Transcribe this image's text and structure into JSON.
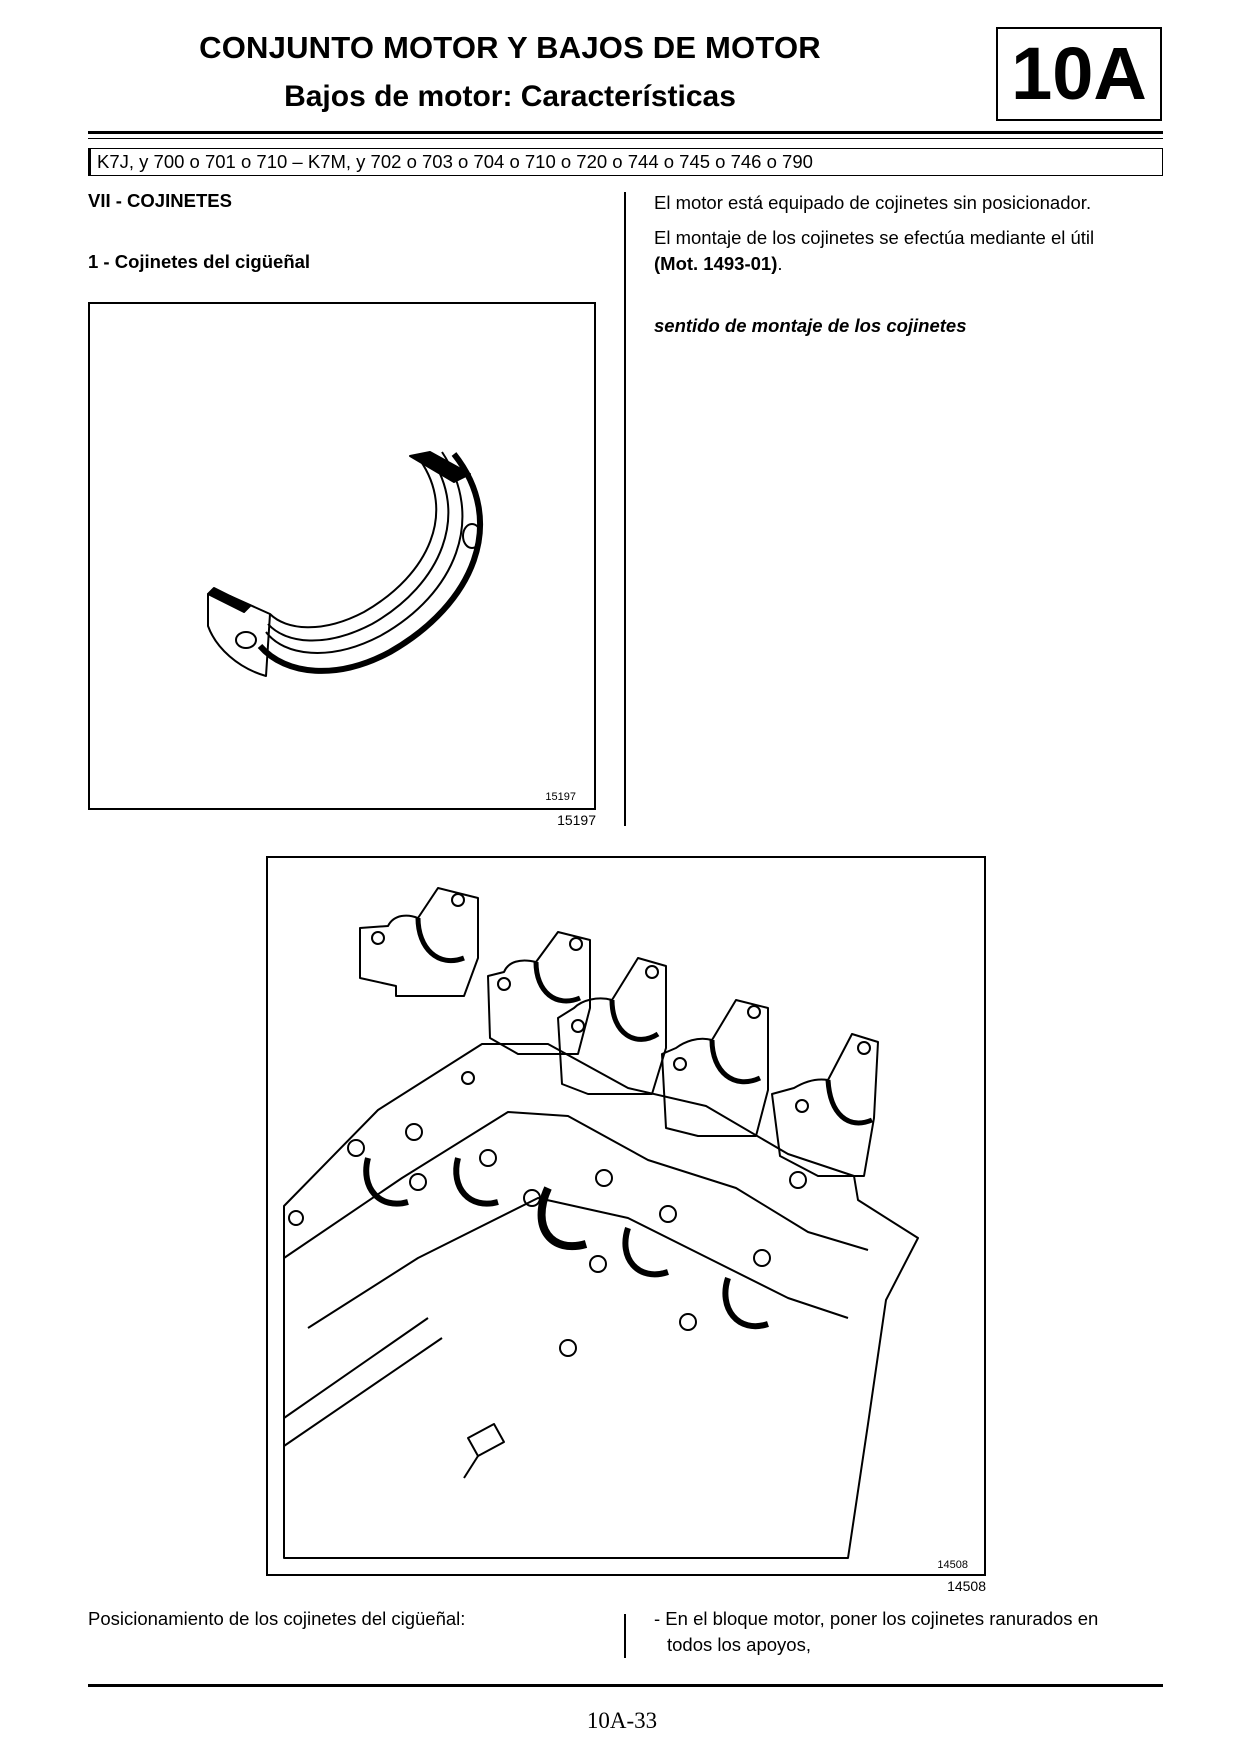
{
  "header": {
    "title": "CONJUNTO MOTOR Y BAJOS DE MOTOR",
    "subtitle": "Bajos de motor: Características",
    "section_code": "10A"
  },
  "applicability": "K7J, y 700 o 701 o 710 – K7M, y 702 o 703 o 704 o 710 o 720 o 744 o 745 o 746 o 790",
  "left_col": {
    "section_heading": "VII - COJINETES",
    "sub_heading": "1 - Cojinetes del cigüeñal",
    "figure1_inner_ref": "15197",
    "figure1_caption": "15197"
  },
  "right_col": {
    "p1": "El motor está equipado de cojinetes sin posicionador.",
    "p2_line1": "El montaje de los cojinetes se efectúa mediante el útil",
    "p2_tool": "(Mot. 1493-01)",
    "p2_end": ".",
    "italic_heading": "sentido de montaje de los cojinetes"
  },
  "figure2": {
    "inner_ref": "14508",
    "caption": "14508"
  },
  "bottom": {
    "left_text": "Posicionamiento de los cojinetes del cigüeñal:",
    "right_line1": "- En el bloque motor, poner los cojinetes ranurados en",
    "right_line2": "todos los apoyos,"
  },
  "footer": {
    "page_number": "10A-33"
  }
}
